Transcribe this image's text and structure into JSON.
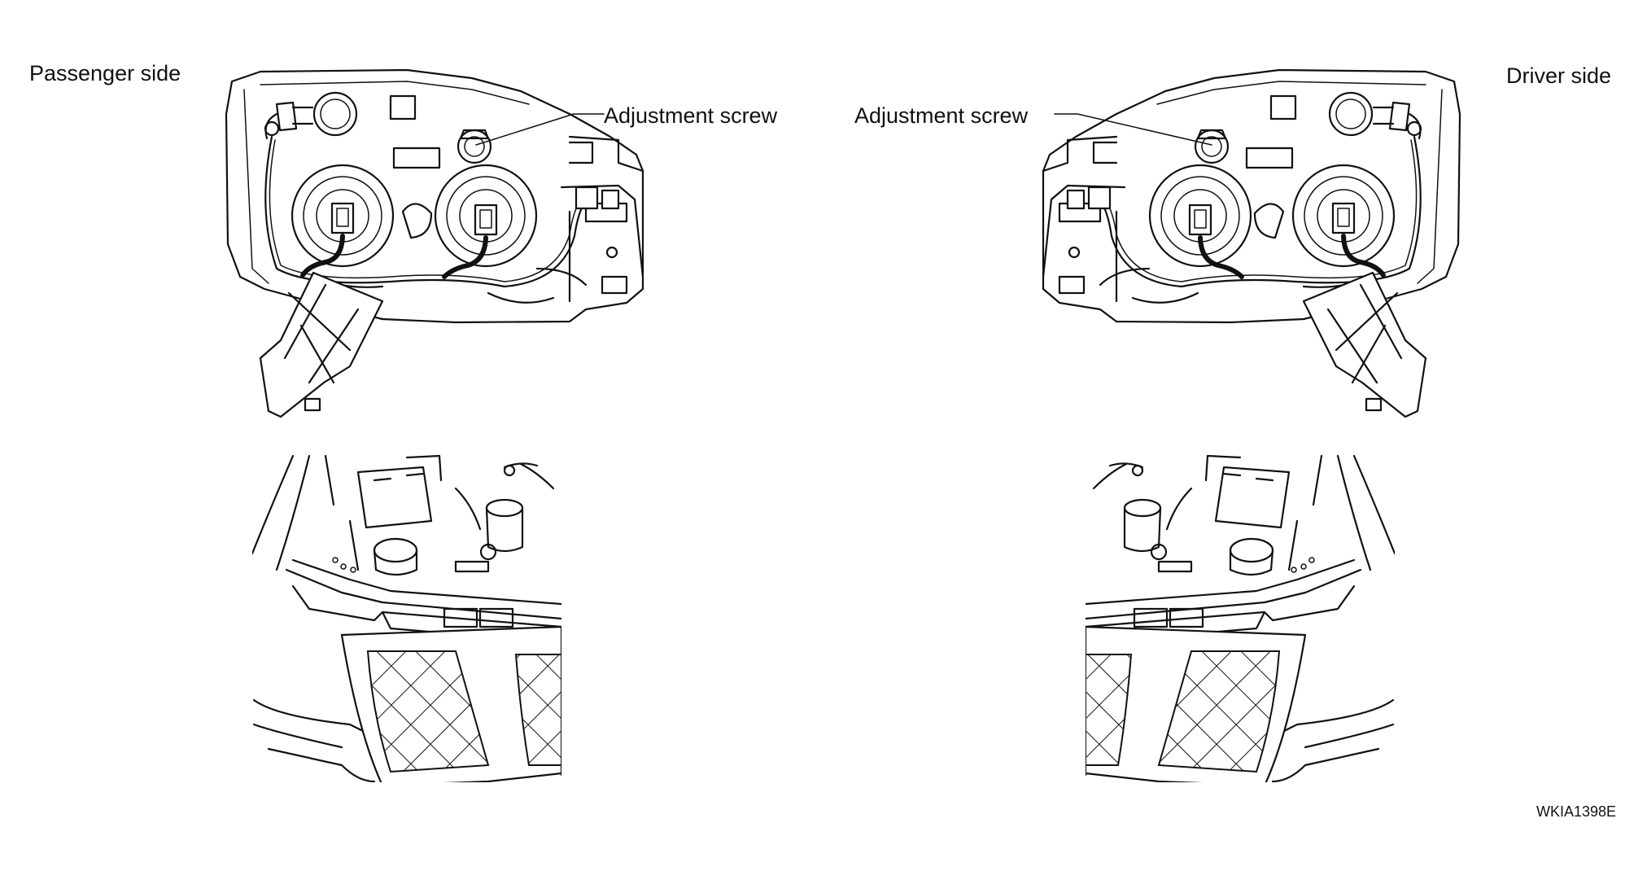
{
  "labels": {
    "passenger_side": "Passenger side",
    "driver_side": "Driver side",
    "adjustment_screw_left": "Adjustment screw",
    "adjustment_screw_right": "Adjustment screw",
    "figure_code": "WKIA1398E"
  }
}
